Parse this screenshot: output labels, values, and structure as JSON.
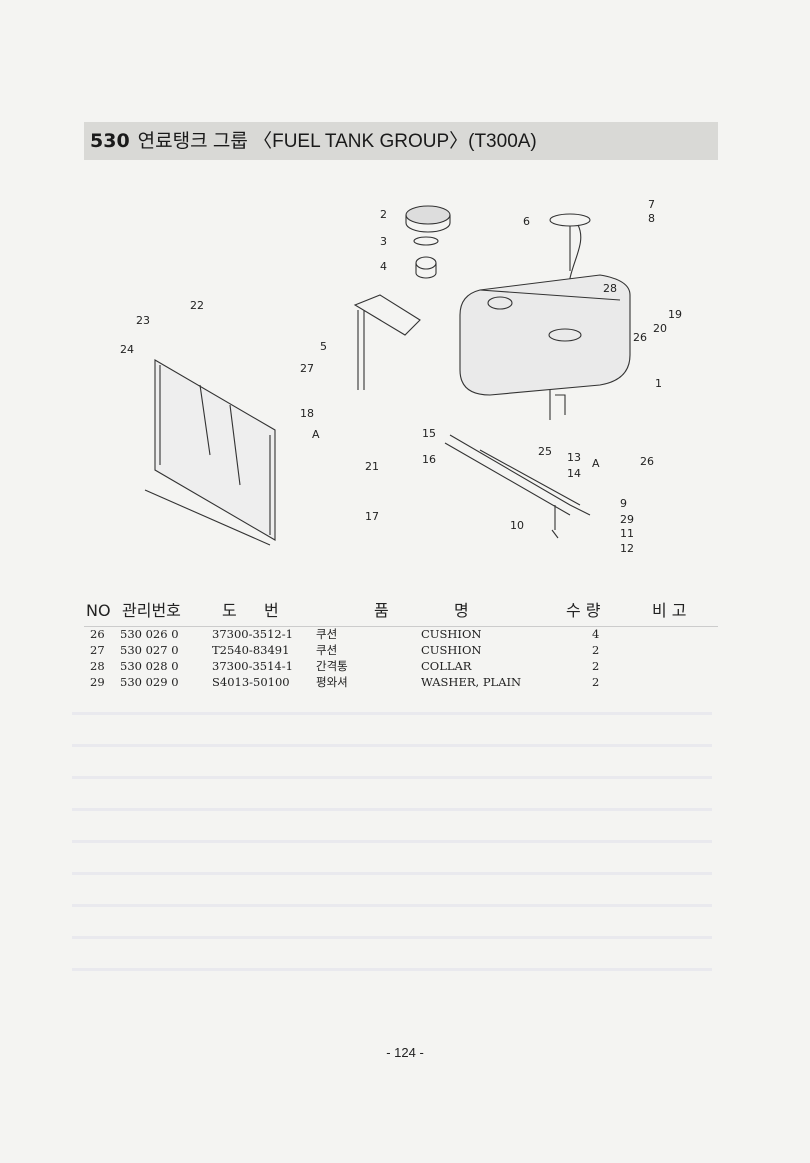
{
  "header": {
    "number": "530",
    "title": "연료탱크 그룹 〈FUEL TANK GROUP〉(T300A)"
  },
  "diagram": {
    "callouts": [
      "2",
      "3",
      "4",
      "5",
      "6",
      "7",
      "8",
      "19",
      "20",
      "26",
      "1",
      "22",
      "23",
      "24",
      "27",
      "18",
      "A",
      "21",
      "17",
      "15",
      "16",
      "25",
      "13",
      "14",
      "A",
      "26",
      "9",
      "29",
      "10",
      "11",
      "12",
      "28"
    ]
  },
  "table": {
    "headers": {
      "no": "NO",
      "mgmt": "관리번호",
      "drawing_1": "도",
      "drawing_2": "번",
      "item_1": "품",
      "item_2": "명",
      "qty": "수 량",
      "remark": "비 고"
    },
    "rows": [
      {
        "no": "26",
        "mgmt": "530  026  0",
        "drawing": "37300-3512-1",
        "kor": "쿠션",
        "eng": "CUSHION",
        "qty": "4"
      },
      {
        "no": "27",
        "mgmt": "530  027  0",
        "drawing": "T2540-83491",
        "kor": "쿠션",
        "eng": "CUSHION",
        "qty": "2"
      },
      {
        "no": "28",
        "mgmt": "530  028  0",
        "drawing": "37300-3514-1",
        "kor": "간격통",
        "eng": "COLLAR",
        "qty": "2"
      },
      {
        "no": "29",
        "mgmt": "530  029  0",
        "drawing": "S4013-50100",
        "kor": "평와셔",
        "eng": "WASHER, PLAIN",
        "qty": "2"
      }
    ]
  },
  "page_number": "- 124 -"
}
